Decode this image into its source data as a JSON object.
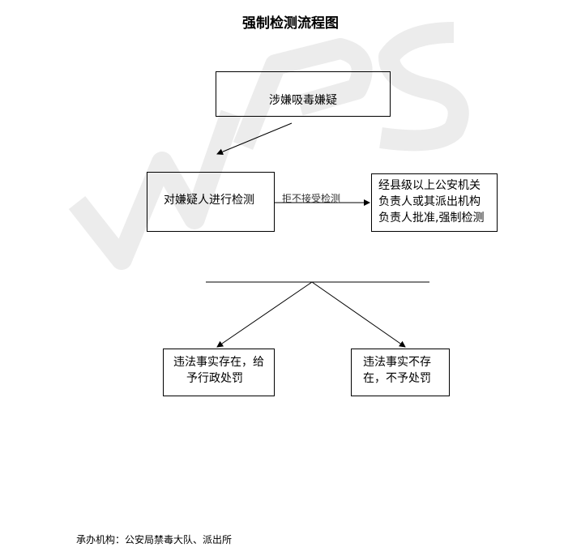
{
  "title": "强制检测流程图",
  "watermark": "WPS",
  "nodes": {
    "suspect": "涉嫌吸毒嫌疑",
    "test": "对嫌疑人进行检测",
    "forced": [
      "经县级以上公安机关",
      "负责人或其派出机构",
      "负责人批准,强制检测"
    ],
    "punish": [
      "违法事实存在，给",
      "予行政处罚"
    ],
    "no_punish": [
      "违法事实不存",
      "在，不予处罚"
    ]
  },
  "edges": {
    "refuse": "拒不接受检测"
  },
  "footer": "承办机构：公安局禁毒大队、派出所"
}
